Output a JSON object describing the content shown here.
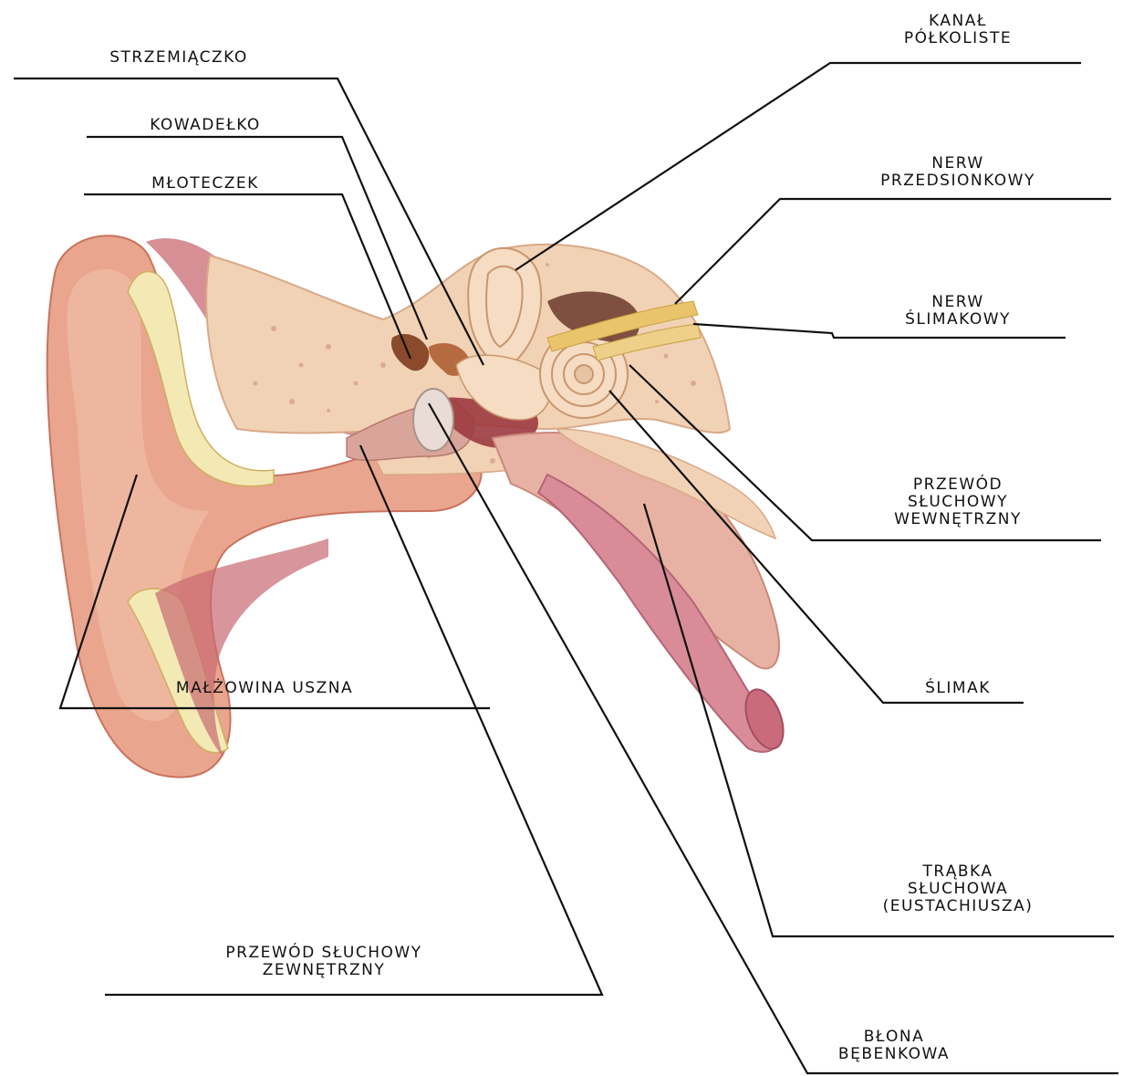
{
  "labels": {
    "strzemiaczko": "STRZEMIĄCZKO",
    "kowadelko": "KOWADEŁKO",
    "mloteczek": "MŁOTECZEK",
    "kanal": [
      "KANAŁ",
      "PÓŁKOLISTE"
    ],
    "nerw_przedsionkowy": [
      "NERW",
      "PRZEDSIONKOWY"
    ],
    "nerw_slimakowy": [
      "NERW",
      "ŚLIMAKOWY"
    ],
    "przewod_wewnetrzny": [
      "PRZEWÓD",
      "SŁUCHOWY",
      "WEWNĘTRZNY"
    ],
    "slimak": "ŚLIMAK",
    "malzowina": "MAŁŻOWINA USZNA",
    "trabka": [
      "TRĄBKA",
      "SŁUCHOWA",
      "(EUSTACHIUSZA)"
    ],
    "przewod_zewnetrzny": [
      "PRZEWÓD SŁUCHOWY",
      "ZEWNĘTRZNY"
    ],
    "blona": [
      "BŁONA",
      "BĘBENKOWA"
    ]
  },
  "colors": {
    "skin": "#e9a58d",
    "skin_dark": "#c9735f",
    "bone": "#f1d2b4",
    "bone_speckle": "#d49a82",
    "cartilage": "#f3e9b5",
    "muscle": "#c86a72",
    "canal": "#9c3a40",
    "nerve": "#e9c46a",
    "leader_line": "#111111"
  }
}
